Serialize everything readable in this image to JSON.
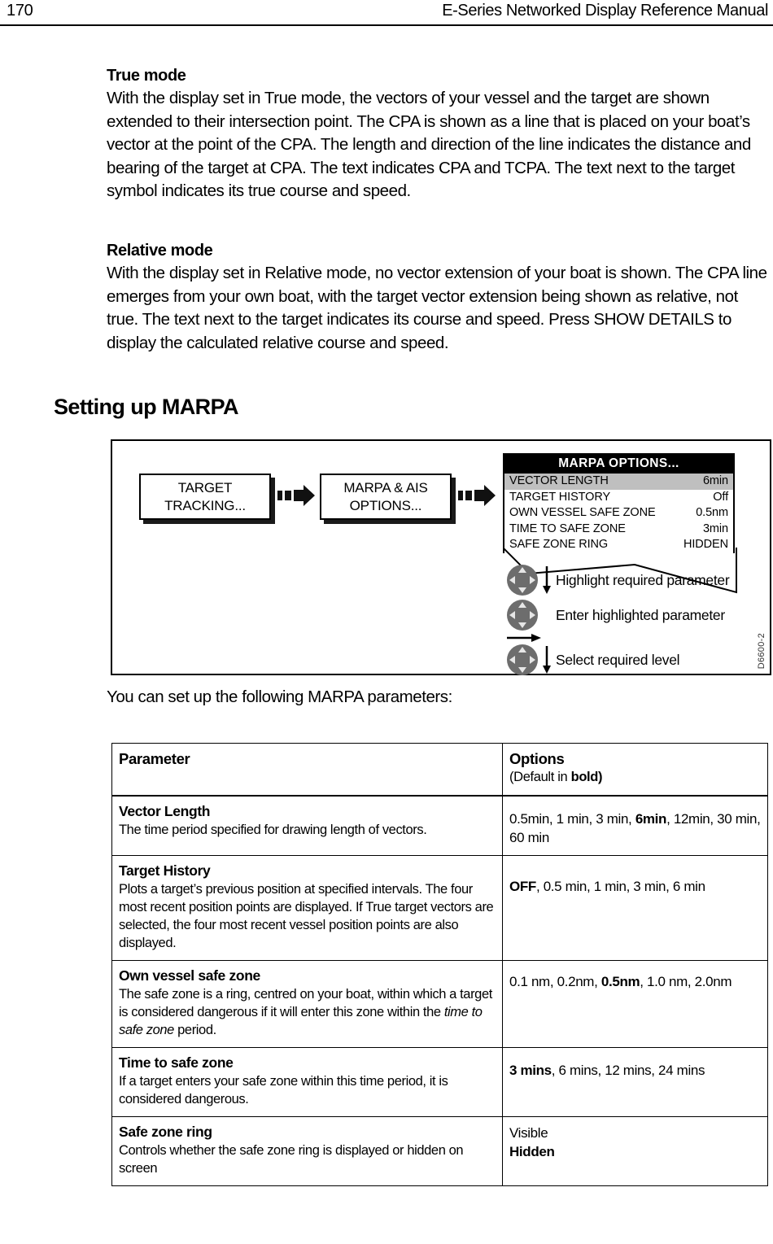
{
  "header": {
    "page_number": "170",
    "manual_title": "E-Series Networked Display Reference Manual"
  },
  "sections": [
    {
      "heading": "True mode",
      "body": "With the display set in True mode, the vectors of your vessel and the target are shown extended to their intersection point. The CPA is shown as a line that is placed on your boat’s vector at the point of the CPA. The length and direction of the line indicates the distance and bearing of the target at CPA. The text indicates CPA and TCPA. The text next to the target symbol indicates its true course and speed."
    },
    {
      "heading": "Relative mode",
      "body": "With the display set in Relative mode, no vector extension of your boat is shown. The CPA line emerges from your own boat, with the target vector extension being shown as relative, not true. The text next to the target indicates its course and speed. Press SHOW DETAILS to display the calculated relative course and speed."
    }
  ],
  "section_title": "Setting up MARPA",
  "figure": {
    "id_label": "D6600-2",
    "boxes": [
      {
        "line1": "TARGET",
        "line2": "TRACKING..."
      },
      {
        "line1": "MARPA & AIS",
        "line2": "OPTIONS..."
      }
    ],
    "menu": {
      "title": "MARPA OPTIONS...",
      "rows": [
        {
          "label": "VECTOR LENGTH",
          "value": "6min",
          "selected": true
        },
        {
          "label": "TARGET HISTORY",
          "value": "Off",
          "selected": false
        },
        {
          "label": "OWN VESSEL SAFE ZONE",
          "value": "0.5nm",
          "selected": false
        },
        {
          "label": "TIME TO SAFE ZONE",
          "value": "3min",
          "selected": false
        },
        {
          "label": "SAFE ZONE RING",
          "value": "HIDDEN",
          "selected": false
        }
      ]
    },
    "steps": [
      {
        "label": "Highlight required parameter",
        "direction": "down"
      },
      {
        "label": "Enter highlighted parameter",
        "direction": "right"
      },
      {
        "label": "Select required level",
        "direction": "down"
      }
    ]
  },
  "lead_in": "You can set up the following MARPA parameters:",
  "table": {
    "headers": {
      "col1": "Parameter",
      "col2_main": "Options",
      "col2_sub_pre": "(Default in ",
      "col2_sub_bold": "bold)",
      "col2_sub_post": ""
    },
    "rows": [
      {
        "name": "Vector Length",
        "description": "The time period specified for drawing length of vectors.",
        "options_pre": "0.5min, 1 min, 3 min, ",
        "options_bold": "6min",
        "options_post": ", 12min, 30 min, 60 min"
      },
      {
        "name": "Target History",
        "description": "Plots a target’s previous position at specified intervals. The four most recent position points are displayed. If True target vectors are selected, the four most recent vessel position points are also displayed.",
        "options_pre": "",
        "options_bold": "OFF",
        "options_post": ", 0.5 min, 1 min, 3 min, 6 min"
      },
      {
        "name": "Own vessel safe zone",
        "description_pre": "The safe zone is a ring, centred on your boat, within which a target is considered dangerous if it will enter this zone within the ",
        "description_italic": "time to safe zone",
        "description_post": " period.",
        "options_pre": "0.1 nm, 0.2nm, ",
        "options_bold": "0.5nm",
        "options_post": ", 1.0 nm, 2.0nm"
      },
      {
        "name": "Time to safe zone",
        "description": "If a target enters your safe zone within this time period, it is considered dangerous.",
        "options_pre": "",
        "options_bold": "3 mins",
        "options_post": ", 6 mins, 12 mins, 24 mins"
      },
      {
        "name": "Safe zone ring",
        "description": "Controls whether the safe zone ring is displayed or hidden on screen",
        "options_plain": "Visible",
        "options_bold": "Hidden"
      }
    ]
  },
  "colors": {
    "menu_title_bg": "#000000",
    "menu_selected_bg": "#bfbfbf",
    "trackpad": "#6d6d6d"
  }
}
